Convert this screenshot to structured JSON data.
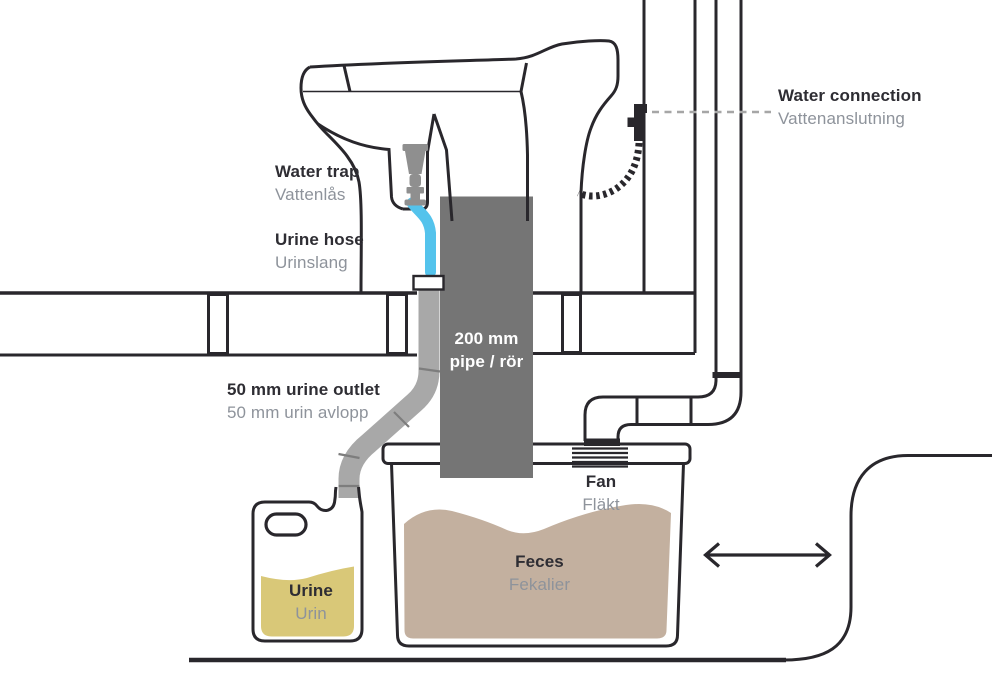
{
  "diagram": {
    "title": "Separating toilet installation cross-section",
    "labels": {
      "water_connection": {
        "en": "Water connection",
        "sv": "Vattenanslutning"
      },
      "water_trap": {
        "en": "Water trap",
        "sv": "Vattenlås"
      },
      "urine_hose": {
        "en": "Urine hose",
        "sv": "Urinslang"
      },
      "urine_outlet": {
        "en": "50 mm urine outlet",
        "sv": "50 mm urin avlopp"
      },
      "pipe_200": {
        "en": "200 mm",
        "sv": "pipe / rör"
      },
      "fan": {
        "en": "Fan",
        "sv": "Fläkt"
      },
      "feces": {
        "en": "Feces",
        "sv": "Fekalier"
      },
      "urine": {
        "en": "Urine",
        "sv": "Urin"
      }
    },
    "colors": {
      "ink": "#29272c",
      "label_dark": "#2e2d33",
      "label_gray": "#8e939b",
      "pipe_dark": "#757575",
      "pipe_light": "#a8a8a8",
      "pipe_joint": "#7d7d7d",
      "hose_blue": "#54c3ec",
      "trap_gray": "#8f8f8f",
      "urine_yellow": "#d9c878",
      "feces_brown": "#c3b09f",
      "leader_gray": "#a6a6a6"
    }
  }
}
